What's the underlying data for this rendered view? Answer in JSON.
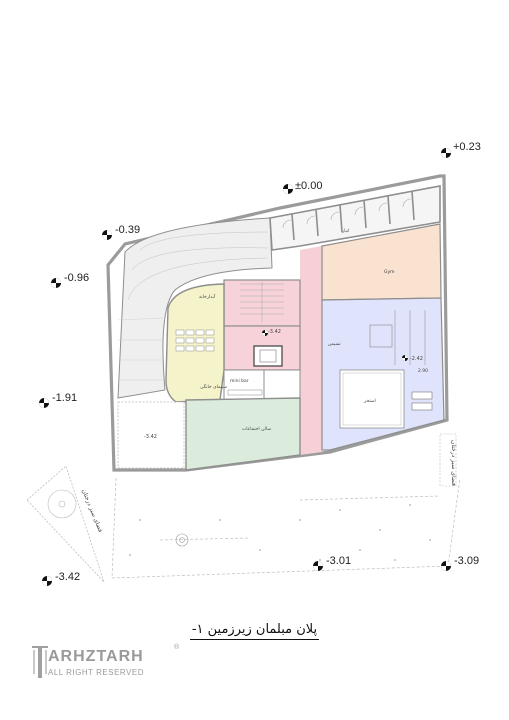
{
  "levels": {
    "l1": "+0.23",
    "l2": "±0.00",
    "l3": "-0.39",
    "l4": "-0.96",
    "l5": "-1.91",
    "l6": "-3.42",
    "l7": "-3.01",
    "l8": "-3.09",
    "l9": "-3.42",
    "l10": "-2.42",
    "l11": "-3.42"
  },
  "rooms": {
    "gym": "Gym",
    "pool": "استخر",
    "hall": "سالن اجتماعات",
    "cinema": "سینمای خانگی",
    "minibar": "mini bar",
    "lounge": "نشیمن",
    "storage": "انبار",
    "kitchen": "آبدارخانه",
    "dim": "2.90"
  },
  "side_labels": {
    "right": "فضای سبز درختان",
    "left": "فضای سبز درختان"
  },
  "caption": "پلان مبلمان زیرزمین ۱-",
  "brand": {
    "name": "ARHZTARH",
    "rights": "ALL RIGHT RESERVED",
    "reg": "®"
  },
  "colors": {
    "gym_fill": "#f9e2cf",
    "pool_fill": "#dfe3fb",
    "hall_fill": "#dbecdc",
    "cinema_fill": "#f4f3c9",
    "stair_fill": "#f7d3d9",
    "corridor_fill": "#f6d0d6",
    "wall": "#9b9b9b"
  }
}
